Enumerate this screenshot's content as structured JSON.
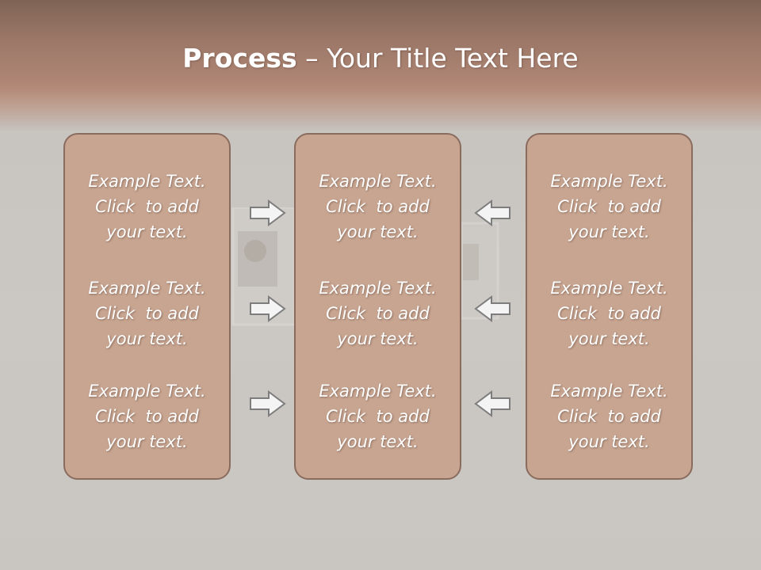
{
  "slide": {
    "title_bold": "Process",
    "title_rest": " – Your Title Text Here"
  },
  "columns": [
    {
      "items": [
        "Example Text.\nClick  to add\nyour text.",
        "Example Text.\nClick  to add\nyour text.",
        "Example Text.\nClick  to add\nyour text."
      ]
    },
    {
      "items": [
        "Example Text.\nClick  to add\nyour text.",
        "Example Text.\nClick  to add\nyour text.",
        "Example Text.\nClick  to add\nyour text."
      ]
    },
    {
      "items": [
        "Example Text.\nClick  to add\nyour text.",
        "Example Text.\nClick  to add\nyour text.",
        "Example Text.\nClick  to add\nyour text."
      ]
    }
  ],
  "arrows": {
    "left_group": "arrow-right-icon",
    "right_group": "arrow-left-icon"
  },
  "colors": {
    "header": "#9b7767",
    "box_fill": "#c7a591",
    "box_border": "#8a6c5e",
    "text": "#ffffff"
  }
}
